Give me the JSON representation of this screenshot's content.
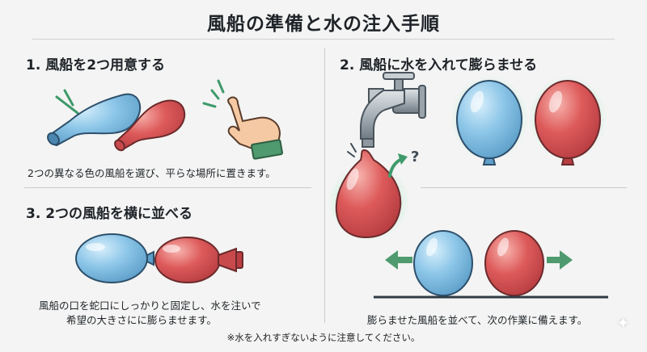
{
  "title": "風船の準備と水の注入手順",
  "steps": [
    {
      "heading": "1. 風船を2つ用意する",
      "caption": "2つの異なる色の風船を選び、平らな場所に置きます。"
    },
    {
      "heading": "2. 風船に水を入れて膨らませる",
      "caption": ""
    },
    {
      "heading": "3. 2つの風船を横に並べる",
      "caption_lines": [
        "風船の口を蛇口にしっかりと固定し、水を注いで",
        "希望の大きさにに膨らませます。"
      ]
    },
    {
      "heading": "",
      "caption": "膨らませた風船を並べて、次の作業に備えます。"
    }
  ],
  "question_mark": "?",
  "footnote": "※水を入れすぎないように注意してください。",
  "colors": {
    "blue": "#8cc6e8",
    "red": "#dd5a5a",
    "arrow_green": "#4f9a6e",
    "accent": "#3f4a55"
  }
}
